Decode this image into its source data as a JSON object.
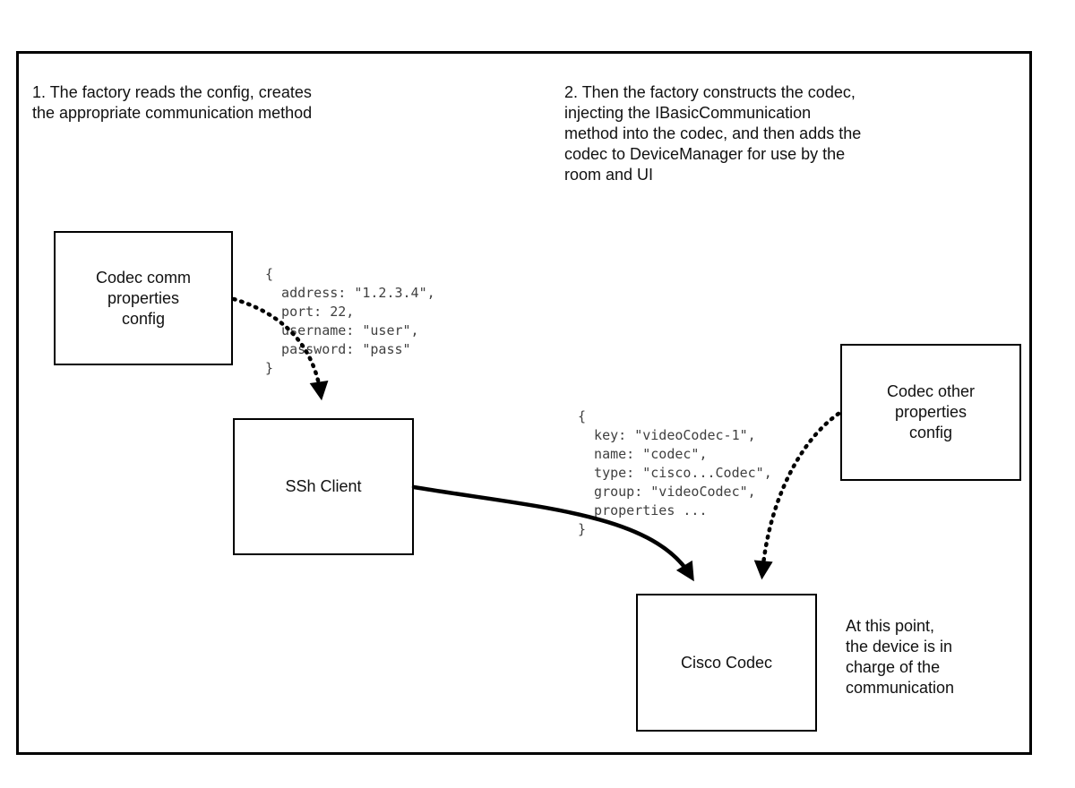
{
  "diagram": {
    "notes": {
      "step1": "1. The factory reads the config, creates\nthe appropriate communication method",
      "step2": "2. Then the factory constructs the codec,\ninjecting the IBasicCommunication\nmethod into the codec, and then adds the\ncodec to DeviceManager for use by the\nroom and UI",
      "final": "At this point,\nthe device is in\ncharge of the\ncommunication"
    },
    "boxes": {
      "codec_comm_config": "Codec comm\nproperties\nconfig",
      "ssh_client": "SSh Client",
      "codec_other_config": "Codec other\nproperties\nconfig",
      "cisco_codec": "Cisco Codec"
    },
    "code_comm": "{\n  address: \"1.2.3.4\",\n  port: 22,\n  username: \"user\",\n  password: \"pass\"\n}",
    "code_codec": "{\n  key: \"videoCodec-1\",\n  name: \"codec\",\n  type: \"cisco...Codec\",\n  group: \"videoCodec\",\n  properties ...\n}",
    "colors": {
      "border": "#000000",
      "text": "#111111",
      "code_text": "#3f3f3f",
      "background": "#ffffff"
    }
  }
}
